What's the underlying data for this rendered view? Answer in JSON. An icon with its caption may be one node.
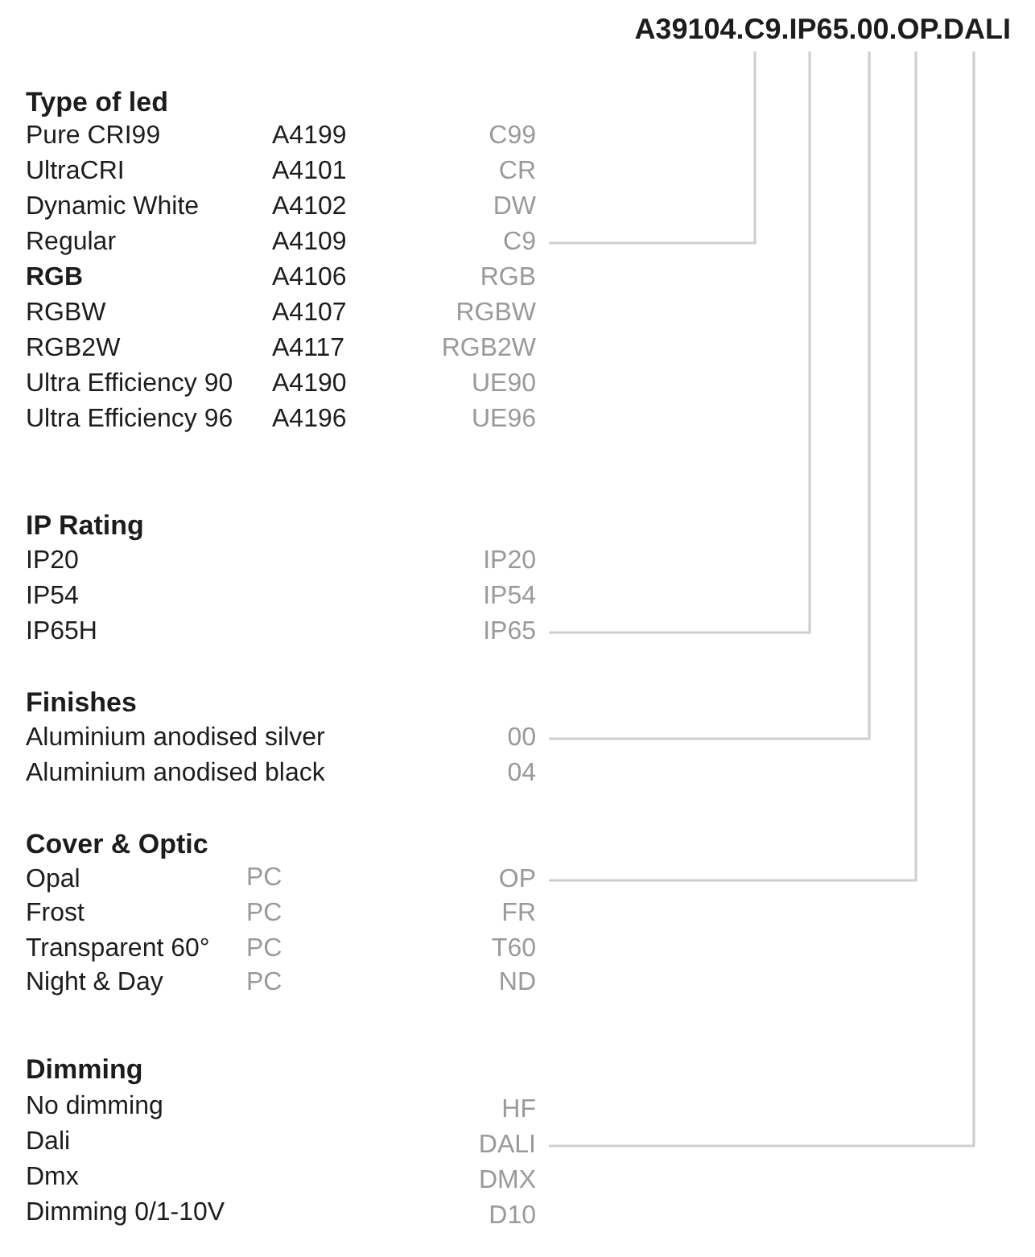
{
  "diagram": {
    "nodes": [
      {
        "text": [
          "A39104.C9.IP65.00.OP.DALI"
        ]
      },
      {
        "text": [
          "C9"
        ]
      },
      {
        "text": [
          "IP65"
        ]
      },
      {
        "text": [
          "00"
        ]
      },
      {
        "text": [
          "OP"
        ]
      },
      {
        "text": [
          "DALI"
        ]
      }
    ],
    "edges": [
      {
        "from": 0,
        "to": 1,
        "arrow": "none"
      },
      {
        "from": 0,
        "to": 2,
        "arrow": "none"
      },
      {
        "from": 0,
        "to": 3,
        "arrow": "none"
      },
      {
        "from": 0,
        "to": 4,
        "arrow": "none"
      },
      {
        "from": 0,
        "to": 5,
        "arrow": "none"
      }
    ],
    "labels": [
      "Type of led",
      "Pure CRI99",
      "A4199",
      "C99",
      "UltraCRI",
      "A4101",
      "CR",
      "Dynamic White",
      "A4102",
      "DW",
      "Regular",
      "A4109",
      "RGB",
      "A4106",
      "RGB",
      "RGBW",
      "A4107",
      "RGBW",
      "RGB2W",
      "A4117",
      "RGB2W",
      "Ultra Efficiency 90",
      "A4190",
      "UE90",
      "Ultra Efficiency 96",
      "A4196",
      "UE96",
      "IP Rating",
      "IP20",
      "IP20",
      "IP54",
      "IP54",
      "IP65H",
      "Finishes",
      "Aluminium anodised silver",
      "Aluminium anodised black",
      "04",
      "Cover & Optic",
      "Opal",
      "PC",
      "Frost",
      "PC",
      "FR",
      "Transparent 60°",
      "PC",
      "T60",
      "Night & Day",
      "PC",
      "ND",
      "Dimming",
      "No dimming",
      "HF",
      "Dali",
      "Dmx",
      "DMX",
      "Dimming 0/1-10V",
      "D10"
    ]
  }
}
